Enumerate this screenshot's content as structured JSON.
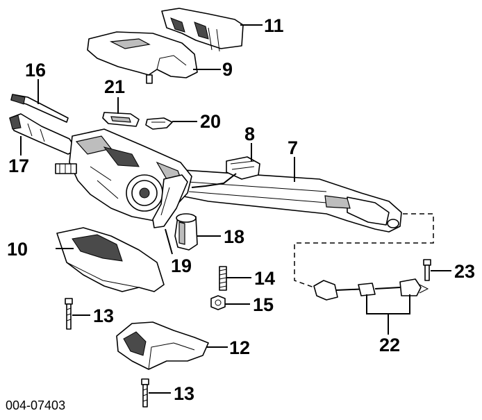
{
  "diagram": {
    "callouts": {
      "c7": "7",
      "c8": "8",
      "c9": "9",
      "c10": "10",
      "c11": "11",
      "c12": "12",
      "c13a": "13",
      "c13b": "13",
      "c14": "14",
      "c15": "15",
      "c16": "16",
      "c17": "17",
      "c18": "18",
      "c19": "19",
      "c20": "20",
      "c21": "21",
      "c22": "22",
      "c23": "23"
    },
    "caption": "004-07403"
  }
}
